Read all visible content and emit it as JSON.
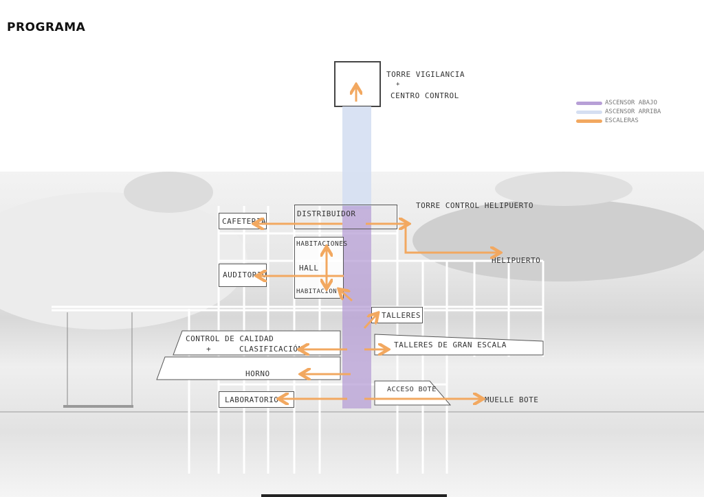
{
  "title": "PROGRAMA",
  "legend": [
    {
      "label": "ASCENSOR ABAJO",
      "color": "#b79fd6"
    },
    {
      "label": "ASCENSOR ARRIBA",
      "color": "#d5dff2"
    },
    {
      "label": "ESCALERAS",
      "color": "#f2a860"
    }
  ],
  "labels": {
    "tower": "TORRE VIGILANCIA",
    "tower_plus": "+",
    "tower2": "CENTRO CONTROL",
    "heli_tower": "TORRE CONTROL HELIPUERTO",
    "helipuerto": "HELIPUERTO",
    "cafeteria": "CAFETERIA",
    "distribuidor": "DISTRIBUIDOR",
    "habitaciones": "HABITACIONES",
    "hall": "HALL",
    "habitacion": "HABITACION",
    "auditorio": "AUDITORIO",
    "talleres": "TALLERES",
    "control": "CONTROL DE CALIDAD",
    "control_plus": "+",
    "clasificacion": "CLASIFICACIÓN",
    "talleres_gran": "TALLERES DE GRAN ESCALA",
    "horno": "HORNO",
    "laboratorio": "LABORATORIO",
    "acceso_bote": "ACCESO BOTE",
    "muelle_bote": "MUELLE BOTE"
  }
}
